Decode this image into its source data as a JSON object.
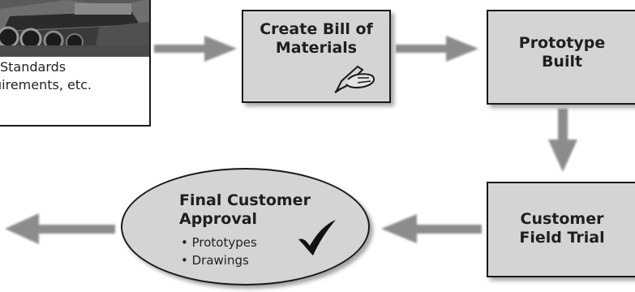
{
  "requirements": {
    "line1": "Standards",
    "line2": "uirements, etc."
  },
  "steps": {
    "bom": {
      "line1": "Create Bill of",
      "line2": "Materials"
    },
    "prototype": {
      "line1": "Prototype",
      "line2": "Built"
    },
    "field_trial": {
      "line1": "Customer",
      "line2": "Field Trial"
    },
    "approval": {
      "line1": "Final Customer",
      "line2": "Approval",
      "bullets": [
        "• Prototypes",
        "• Drawings"
      ]
    }
  },
  "icons": {
    "bom": "pen-hand-icon",
    "approval": "checkmark-icon",
    "requirements": "tank-photo"
  },
  "colors": {
    "box_fill": "#d4d4d4",
    "arrow": "#8c8c8c",
    "border": "#1a1a1a"
  }
}
